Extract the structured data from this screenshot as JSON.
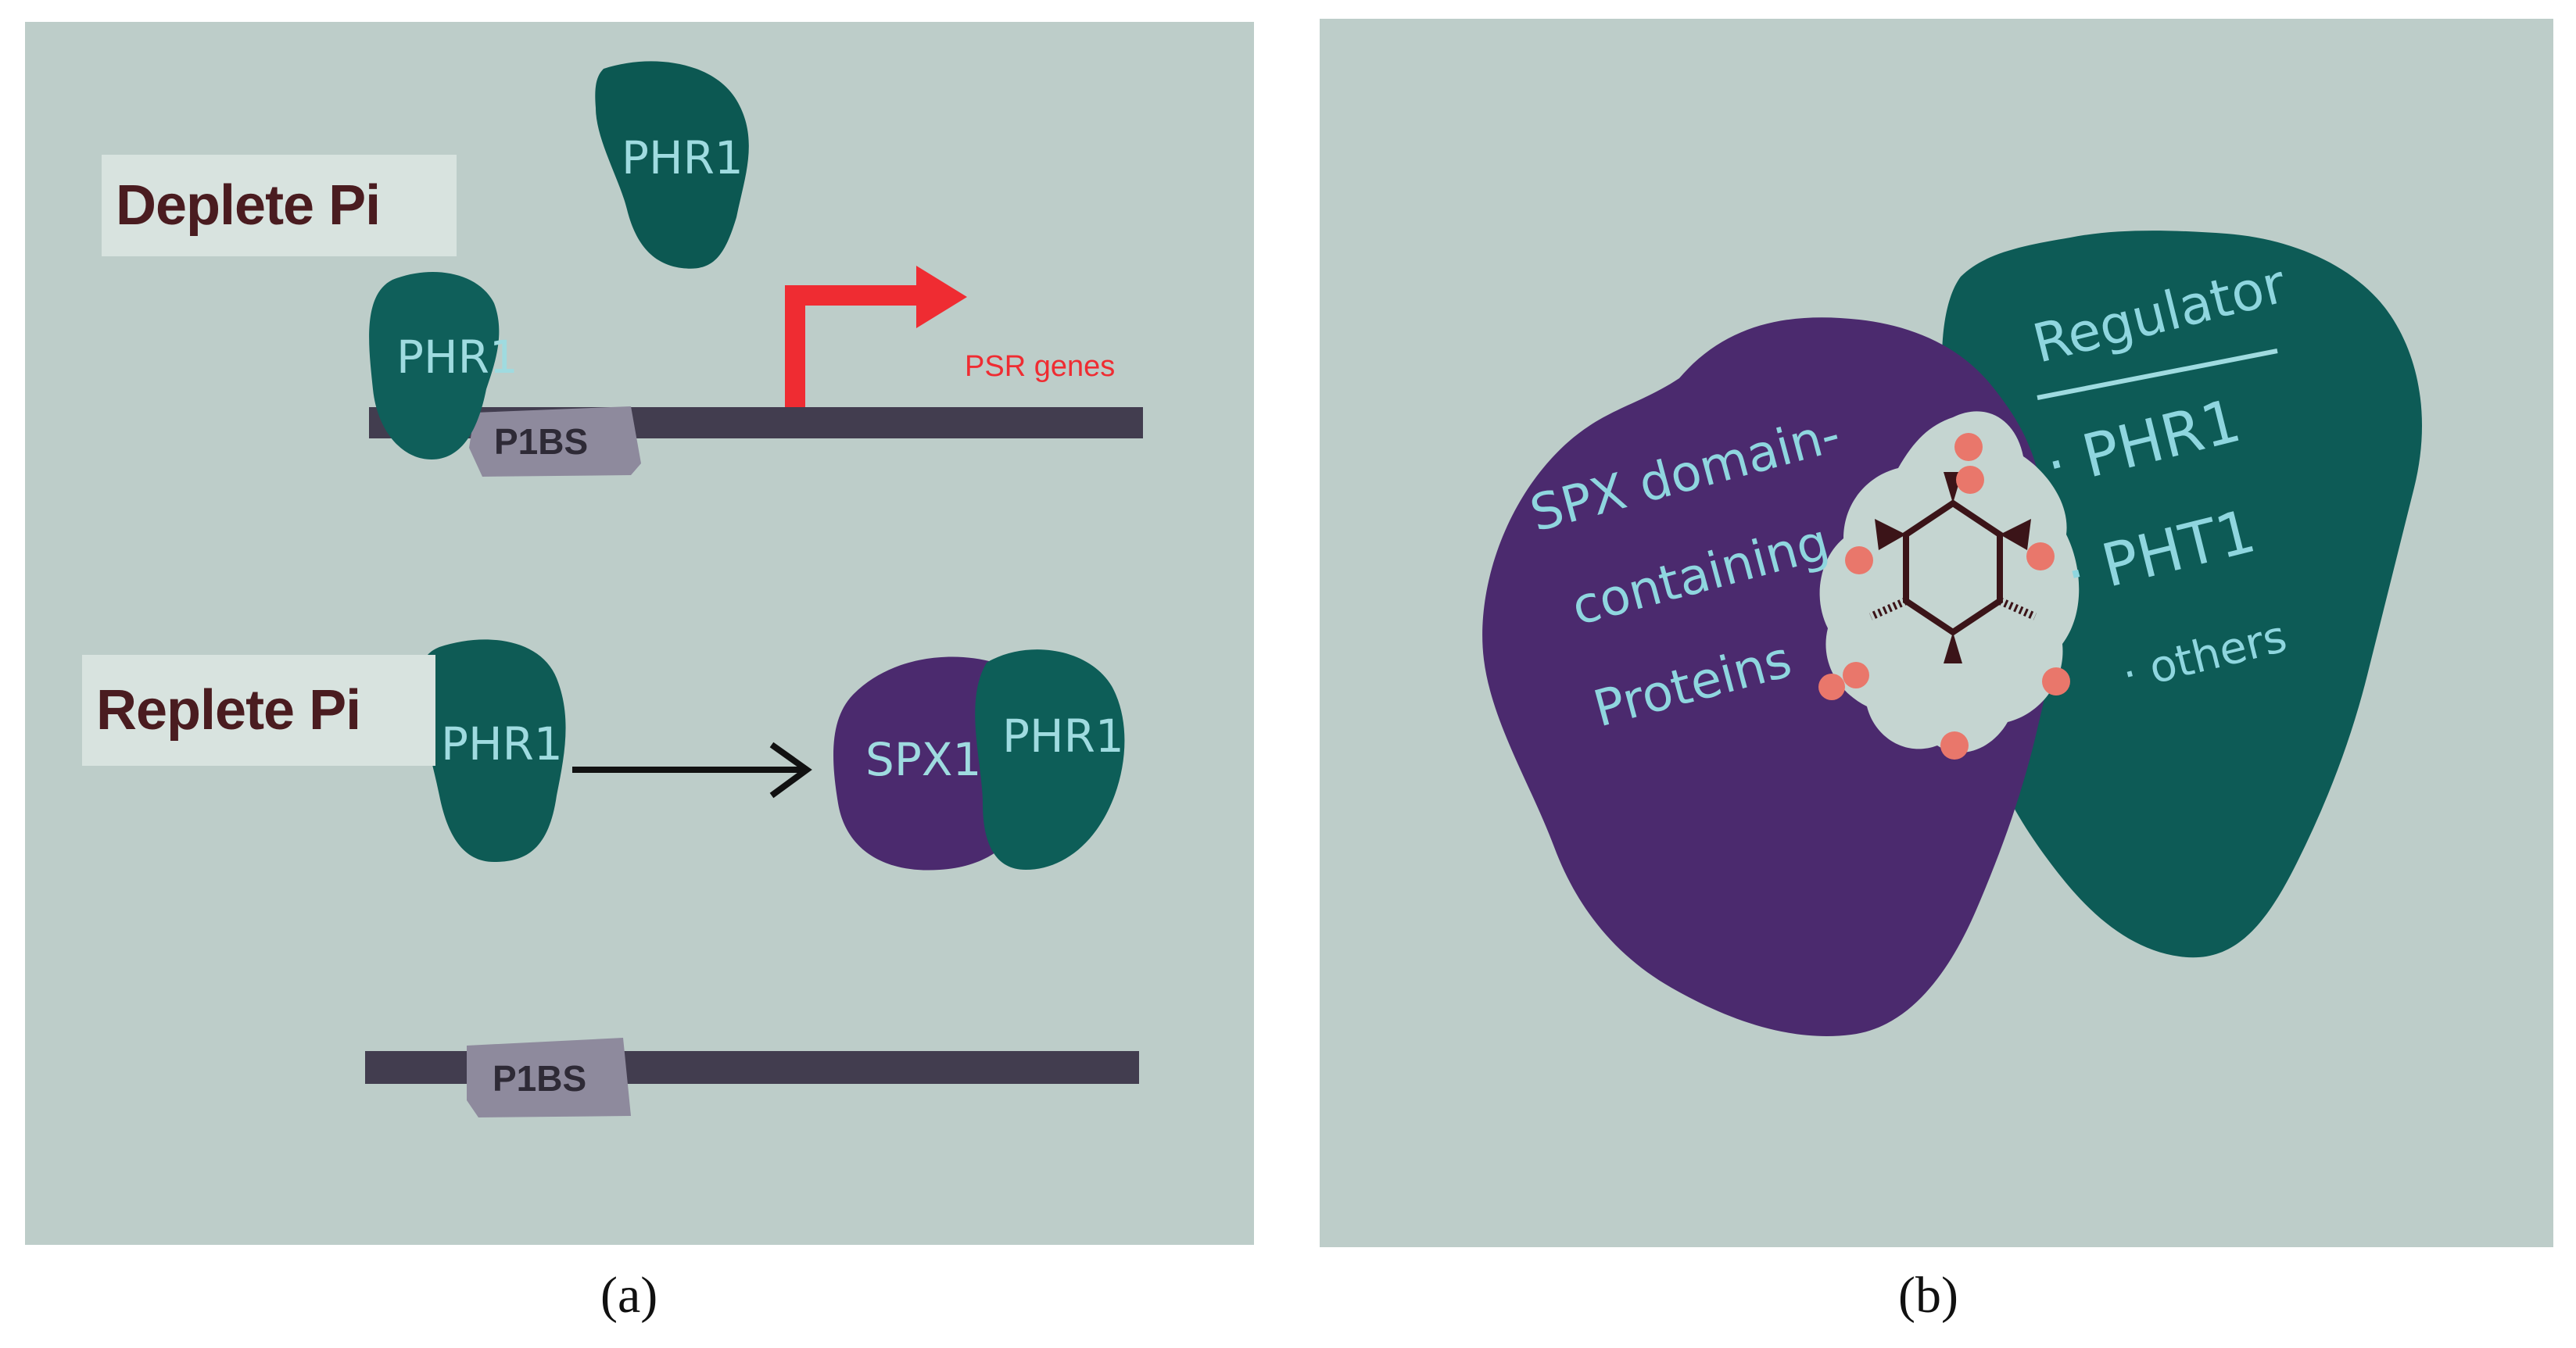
{
  "panel_a": {
    "deplete_label": "Deplete Pi",
    "replete_label": "Replete Pi",
    "phr1_label": "PHR1",
    "p1bs_label": "P1BS",
    "psr_genes_label": "PSR genes",
    "spx1_label": "SPX1",
    "caption": "(a)"
  },
  "panel_b": {
    "spx_line1": "SPX domain-",
    "spx_line2": "containing",
    "spx_line3": "Proteins",
    "regulator_title": "Regulator",
    "regulator_items": [
      "· PHR1",
      "· PHT1",
      "· others"
    ],
    "caption": "(b)"
  },
  "colors": {
    "background": "#bdcdc9",
    "teal_protein": "#0d5b56",
    "purple_protein": "#4b2a6e",
    "dna": "#423d4f",
    "p1bs_box": "#8e8a9d",
    "arrow_red": "#ef2c32",
    "phosphate_dot": "#e9776b",
    "text_cyan": "#9fdbe0",
    "label_dark": "#4a1c20"
  }
}
